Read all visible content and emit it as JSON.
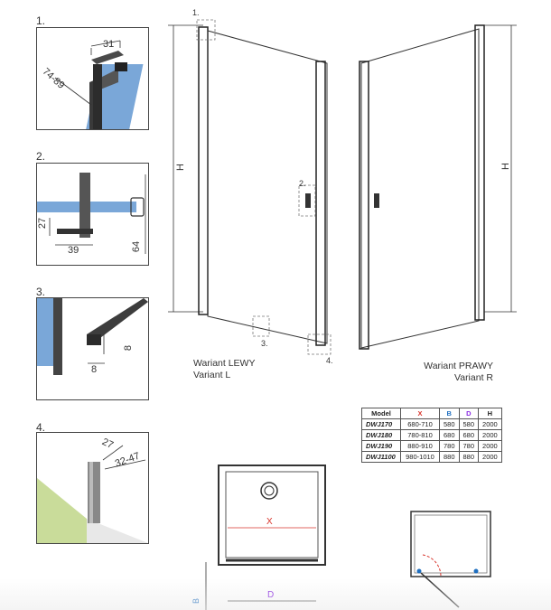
{
  "details": {
    "d1": {
      "label": "1.",
      "dim_a": "31",
      "dim_b": "74-89"
    },
    "d2": {
      "label": "2.",
      "dim_a": "27",
      "dim_b": "39",
      "dim_c": "64"
    },
    "d3": {
      "label": "3.",
      "dim_a": "8",
      "dim_b": "8"
    },
    "d4": {
      "label": "4.",
      "dim_a": "27",
      "dim_b": "32-47"
    }
  },
  "main": {
    "left_h": "H",
    "right_h": "H",
    "callout_1": "1.",
    "callout_2": "2.",
    "callout_3": "3.",
    "callout_4": "4.",
    "variant_left_1": "Wariant LEWY",
    "variant_left_2": "Variant L",
    "variant_right_1": "Wariant PRAWY",
    "variant_right_2": "Variant R"
  },
  "plan": {
    "x_label": "X",
    "d_label": "D",
    "b_label": "B"
  },
  "spec_table": {
    "headers": [
      "Model",
      "X",
      "B",
      "D",
      "H"
    ],
    "header_colors": {
      "X": "#d9342b",
      "B": "#1f6fc0",
      "D": "#8a2be2"
    },
    "rows": [
      [
        "DWJ170",
        "680-710",
        "580",
        "580",
        "2000"
      ],
      [
        "DWJ180",
        "780-810",
        "680",
        "680",
        "2000"
      ],
      [
        "DWJ190",
        "880-910",
        "780",
        "780",
        "2000"
      ],
      [
        "DWJ1100",
        "980-1010",
        "880",
        "880",
        "2000"
      ]
    ]
  },
  "colors": {
    "glass": "#7aa7d8",
    "wall": "#c9dc9a",
    "frame": "#333333",
    "accent_red": "#d9342b"
  }
}
